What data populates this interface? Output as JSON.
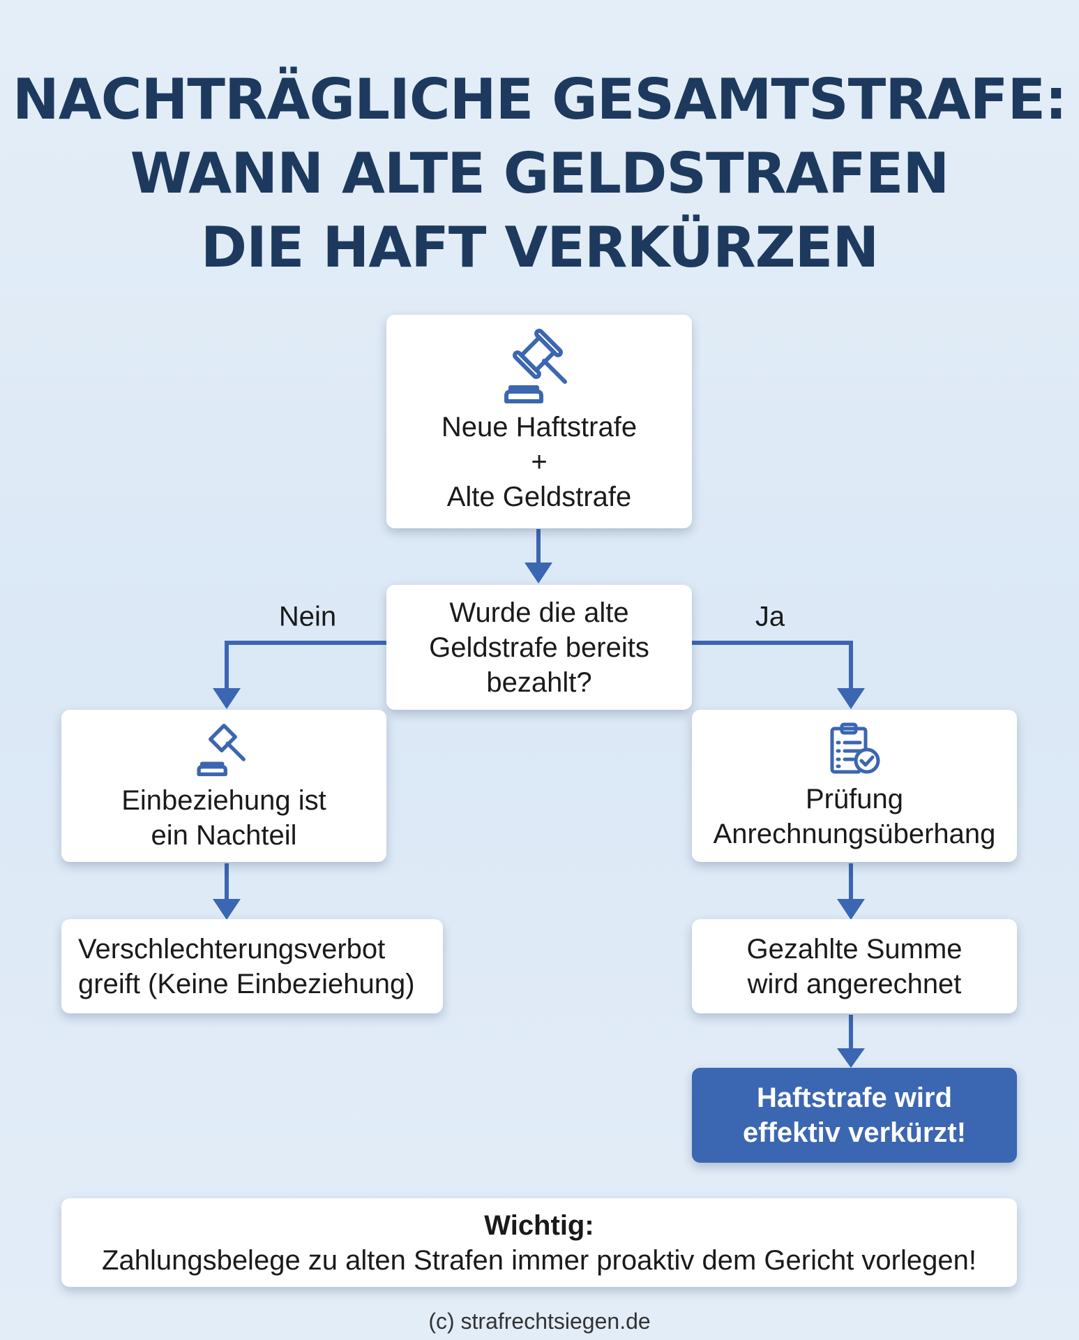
{
  "title": {
    "lines": [
      "NACHTRÄGLICHE GESAMTSTRAFE:",
      "WANN ALTE GELDSTRAFEN",
      "DIE HAFT VERKÜRZEN"
    ]
  },
  "nodes": {
    "start": {
      "line1": "Neue Haftstrafe",
      "plus": "+",
      "line2": "Alte Geldstrafe",
      "icon": "gavel-icon"
    },
    "question": {
      "lines": [
        "Wurde die alte",
        "Geldstrafe bereits",
        "bezahlt?"
      ]
    },
    "no_label": "Nein",
    "yes_label": "Ja",
    "left1": {
      "lines": [
        "Einbeziehung ist",
        "ein Nachteil"
      ],
      "icon": "gavel-icon"
    },
    "left2": {
      "lines": [
        "Verschlechterungsverbot",
        "greift (Keine Einbeziehung)"
      ]
    },
    "right1": {
      "lines": [
        "Prüfung",
        "Anrechnungsüberhang"
      ],
      "icon": "clipboard-check-icon"
    },
    "right2": {
      "lines": [
        "Gezahlte Summe",
        "wird angerechnet"
      ]
    },
    "right3": {
      "lines": [
        "Haftstrafe wird",
        "effektiv verkürzt!"
      ]
    }
  },
  "note": {
    "heading": "Wichtig:",
    "text": "Zahlungsbelege zu alten Strafen immer proaktiv dem Gericht vorlegen!"
  },
  "footer": "(c) strafrechtsiegen.de",
  "colors": {
    "accent": "#3b66b1",
    "title": "#1d3a5e"
  }
}
